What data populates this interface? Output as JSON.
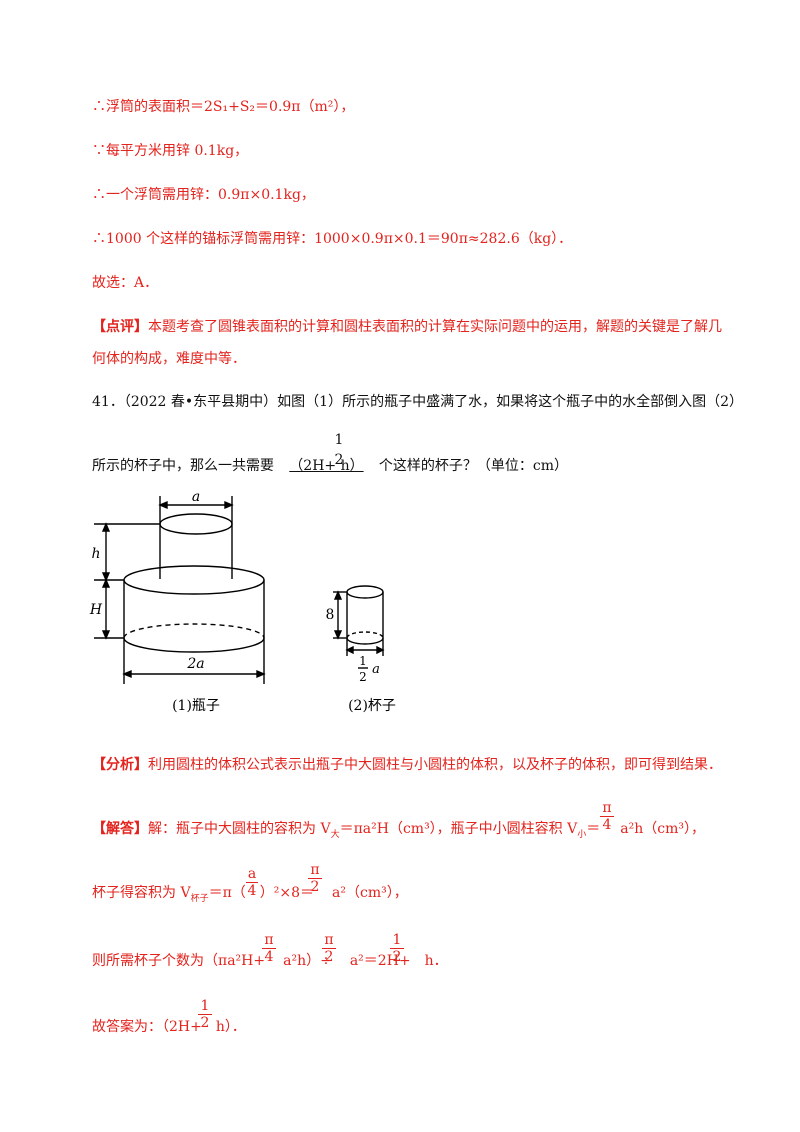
{
  "lines": {
    "l1": "∴浮筒的表面积＝2S₁+S₂＝0.9π（m²），",
    "l2": "∵每平方米用锌 0.1kg，",
    "l3": "∴一个浮筒需用锌：0.9π×0.1kg，",
    "l4": "∴1000 个这样的锚标浮筒需用锌：1000×0.9π×0.1＝90π≈282.6（kg）．",
    "l5": "故选：A．",
    "comment_tag": "【点评】",
    "comment_1": "本题考查了圆锥表面积的计算和圆柱表面积的计算在实际问题中的运用，解题的关键是了解几",
    "comment_2": "何体的构成，难度中等．"
  },
  "question": {
    "number": "41．",
    "line1": "（2022 春•东平县期中）如图（1）所示的瓶子中盛满了水，如果将这个瓶子中的水全部倒入图（2）",
    "line2_pre": "所示的杯子中，那么一共需要",
    "answer": "（2H+ h）",
    "answer_frac_num": "1",
    "answer_frac_den": "2",
    "line2_post": "个这样的杯子？（单位：cm）"
  },
  "figure": {
    "bottle_label_a": "a",
    "bottle_label_h": "h",
    "bottle_label_H": "H",
    "bottle_label_2a": "2a",
    "bottle_caption": "(1)瓶子",
    "cup_label_8": "8",
    "cup_label_num": "1",
    "cup_label_den": "2",
    "cup_label_a": "a",
    "cup_caption": "(2)杯子"
  },
  "analysis": {
    "tag": "【分析】",
    "text": "利用圆柱的体积公式表示出瓶子中大圆柱与小圆柱的体积，以及杯子的体积，即可得到结果．"
  },
  "solution": {
    "tag": "【解答】",
    "line1_a": "解：瓶子中大圆柱的容积为 V",
    "line1_sub1": "大",
    "line1_b": "＝πa²H（cm³），瓶子中小圆柱容积 V",
    "line1_sub2": "小",
    "line1_c": "＝",
    "line1_frac_num": "π",
    "line1_frac_den": "4",
    "line1_d": "a²h（cm³），",
    "line2_a": "杯子得容积为 V",
    "line2_sub": "杯子",
    "line2_b": "＝π（",
    "line2_frac1_num": "a",
    "line2_frac1_den": "4",
    "line2_c": "）²×8＝",
    "line2_frac2_num": "π",
    "line2_frac2_den": "2",
    "line2_d": "a²（cm³），",
    "line3_a": "则所需杯子个数为（πa²H+",
    "line3_frac1_num": "π",
    "line3_frac1_den": "4",
    "line3_b": "a²h）÷",
    "line3_frac2_num": "π",
    "line3_frac2_den": "2",
    "line3_c": "a²＝2H+",
    "line3_frac3_num": "1",
    "line3_frac3_den": "2",
    "line3_d": "h．",
    "line4_a": "故答案为：（2H+",
    "line4_frac_num": "1",
    "line4_frac_den": "2",
    "line4_b": "h）．"
  }
}
